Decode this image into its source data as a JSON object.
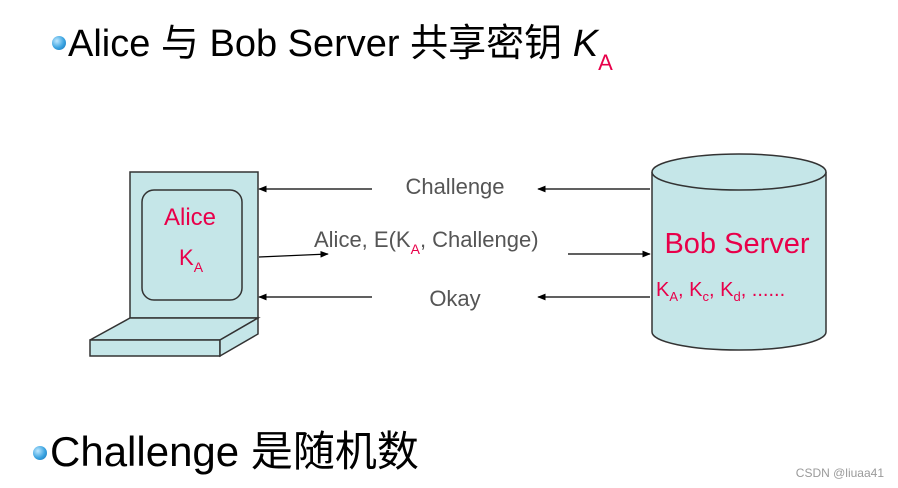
{
  "title": {
    "prefix": "Alice  与 Bob Server 共享密钥 ",
    "key_symbol": "K",
    "key_subscript": "A"
  },
  "diagram": {
    "client": {
      "name": "Alice",
      "key": "K",
      "key_sub": "A"
    },
    "server": {
      "name": "Bob Server",
      "keys": [
        {
          "k": "K",
          "sub": "A"
        },
        {
          "k": "K",
          "sub": "c"
        },
        {
          "k": "K",
          "sub": "d"
        }
      ],
      "keys_more": ", ......"
    },
    "messages": {
      "challenge": "Challenge",
      "response_prefix": "Alice,  E(K",
      "response_sub": "A",
      "response_suffix": ",  Challenge)",
      "okay": "Okay"
    },
    "colors": {
      "label_red": "#e8004a",
      "shape_fill": "#c5e6e8",
      "message_gray": "#555555"
    }
  },
  "bottom": {
    "text": "Challenge 是随机数"
  },
  "watermark": "CSDN @liuaa41"
}
